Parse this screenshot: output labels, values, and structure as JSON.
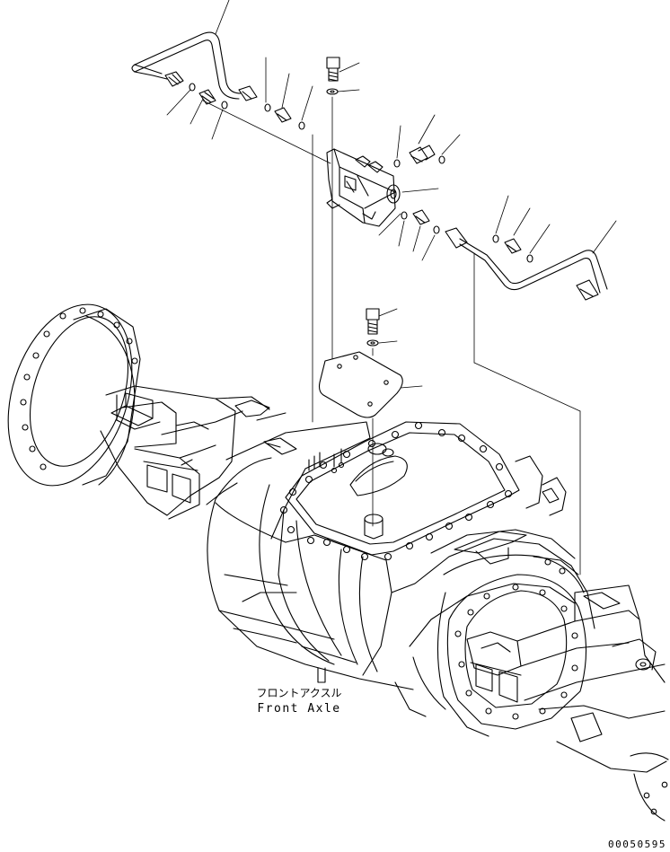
{
  "caption": {
    "japanese": "フロントアクスル",
    "english": "Front Axle"
  },
  "drawing_code": "00050595",
  "colors": {
    "line": "#000000",
    "background": "#ffffff"
  }
}
